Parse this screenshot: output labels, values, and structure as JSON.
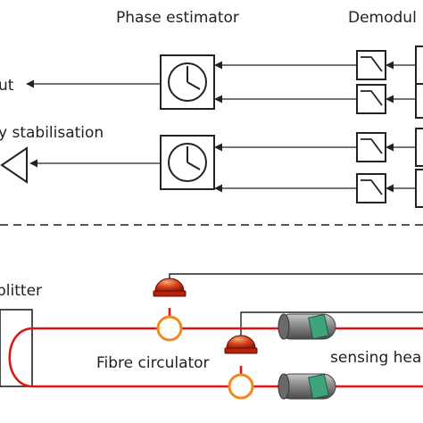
{
  "labels": {
    "phase_estimator": "Phase estimator",
    "demodulator": "Demodul",
    "output": "ut",
    "stabilisation": "y stabilisation",
    "splitter": "plitter",
    "fibre_circulator": "Fibre circulator",
    "sensing_head": "sensing hea"
  },
  "colors": {
    "line": "#222222",
    "fibre": "#e01414",
    "circulator": "#f08a1c",
    "detector_dome": "#b82008",
    "detector_highlight": "#f0b070",
    "sensor_body": "#8a8a8a",
    "sensor_crystal": "#3fa47a",
    "divider": "#555555"
  },
  "icons": {
    "phase_estimator": "phase-meter-icon",
    "demodulator": "low-pass-filter-icon",
    "amplifier": "triangle-amplifier-icon",
    "detector": "photodetector-icon",
    "circulator": "fibre-circulator-icon",
    "sensing_head": "sensing-head-icon"
  }
}
